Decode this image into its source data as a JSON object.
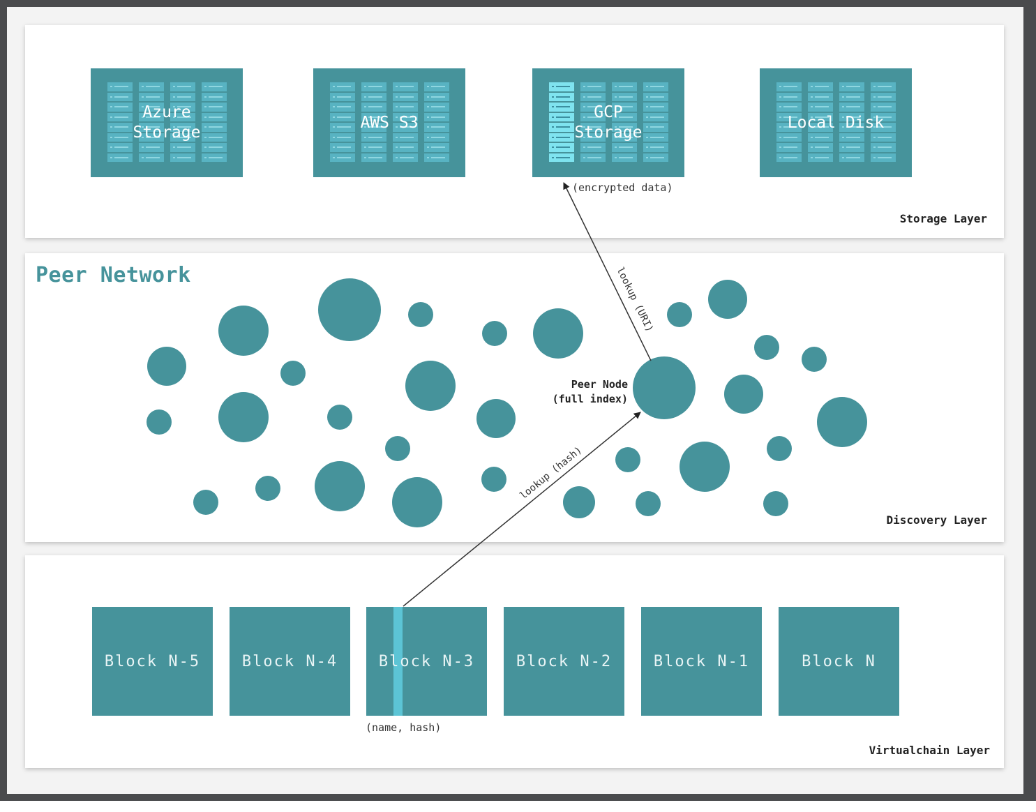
{
  "storage_layer": {
    "label": "Storage Layer",
    "backends": [
      {
        "name": "Azure\nStorage",
        "highlighted": false
      },
      {
        "name": "AWS S3",
        "highlighted": false
      },
      {
        "name": "GCP\nStorage",
        "highlighted": true
      },
      {
        "name": "Local Disk",
        "highlighted": false
      }
    ],
    "note": "(encrypted data)"
  },
  "discovery_layer": {
    "label": "Discovery Layer",
    "title": "Peer Network",
    "peer_node_label": "Peer Node\n(full index)",
    "lookup_hash_label": "lookup (hash)",
    "lookup_uri_label": "lookup (URI)"
  },
  "virtualchain_layer": {
    "label": "Virtualchain Layer",
    "blocks": [
      "Block N-5",
      "Block N-4",
      "Block N-3",
      "Block N-2",
      "Block N-1",
      "Block N"
    ],
    "highlighted_block_index": 2,
    "note": "(name, hash)"
  },
  "colors": {
    "teal": "#46939b",
    "highlight": "#5cc4d5",
    "slot": "#58b3c2",
    "frame": "#4a4b4d"
  }
}
